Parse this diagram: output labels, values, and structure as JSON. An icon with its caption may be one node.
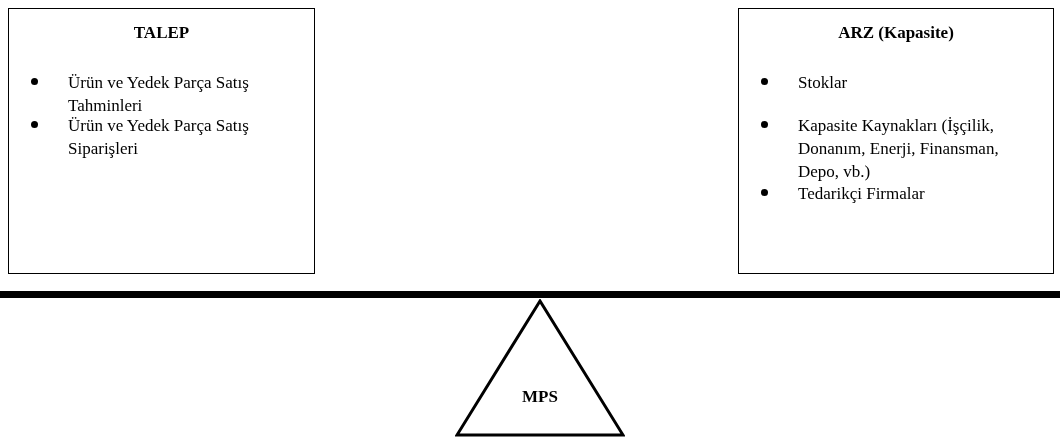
{
  "diagram": {
    "nodes": [
      {
        "text": [
          "TALEP",
          "Ürün ve Yedek Parça Satış Tahminleri",
          "Ürün ve Yedek Parça Satış Siparişleri"
        ]
      },
      {
        "text": [
          "ARZ (Kapasite)",
          "Stoklar",
          "Kapasite Kaynakları (İşçilik, Donanım, Enerji, Finansman, Depo, vb.)",
          "Tedarikçi Firmalar"
        ]
      },
      {
        "text": [
          "MPS"
        ]
      }
    ]
  }
}
